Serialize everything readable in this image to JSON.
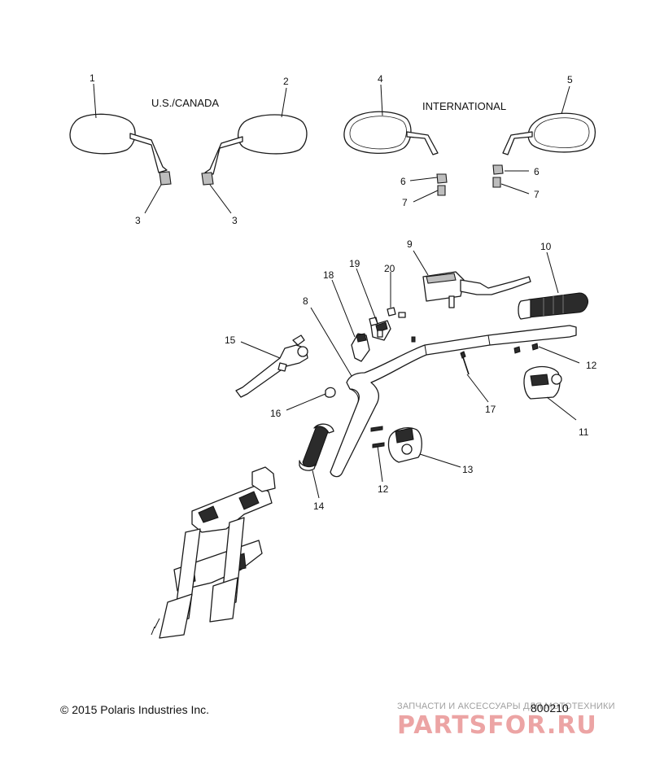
{
  "diagram": {
    "region_labels": {
      "us_canada": "U.S./CANADA",
      "international": "INTERNATIONAL"
    },
    "callouts": {
      "c1": "1",
      "c2": "2",
      "c3a": "3",
      "c3b": "3",
      "c4": "4",
      "c5": "5",
      "c6a": "6",
      "c6b": "6",
      "c7a": "7",
      "c7b": "7",
      "c8": "8",
      "c9": "9",
      "c10": "10",
      "c11": "11",
      "c12a": "12",
      "c12b": "12",
      "c13": "13",
      "c14": "14",
      "c15": "15",
      "c16": "16",
      "c17": "17",
      "c18": "18",
      "c19": "19",
      "c20": "20"
    }
  },
  "footer": {
    "copyright": "© 2015 Polaris Industries Inc.",
    "drawing_number": "800210"
  },
  "watermark": {
    "tagline": "ЗАПЧАСТИ И АКСЕССУАРЫ ДЛЯ МОТОТЕХНИКИ",
    "brand": "PARTSFOR.RU"
  }
}
